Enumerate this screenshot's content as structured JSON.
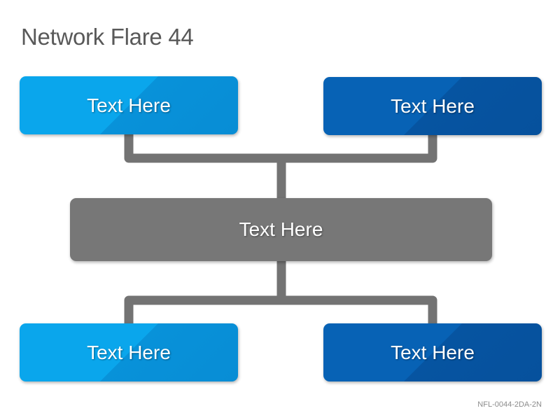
{
  "title": "Network Flare 44",
  "footer_code": "NFL-0044-2DA-2N",
  "colors": {
    "light_blue": "#0aa6ec",
    "dark_blue": "#0762b5",
    "center_gray": "#777777",
    "connector_gray": "#737373",
    "title_gray": "#595959"
  },
  "nodes": {
    "top_left": "Text Here",
    "top_right": "Text Here",
    "center": "Text Here",
    "bottom_left": "Text Here",
    "bottom_right": "Text Here"
  }
}
